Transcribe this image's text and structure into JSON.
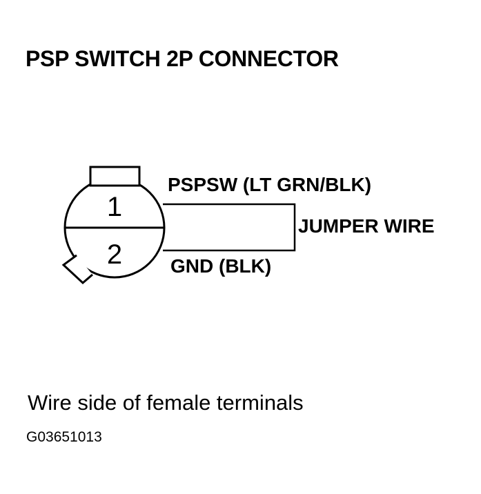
{
  "title": "PSP SWITCH 2P CONNECTOR",
  "connector": {
    "terminal_1": "1",
    "terminal_2": "2"
  },
  "labels": {
    "signal_wire": "PSPSW (LT GRN/BLK)",
    "jumper": "JUMPER WIRE",
    "ground_wire": "GND (BLK)"
  },
  "caption": "Wire side of female terminals",
  "figure_id": "G03651013"
}
